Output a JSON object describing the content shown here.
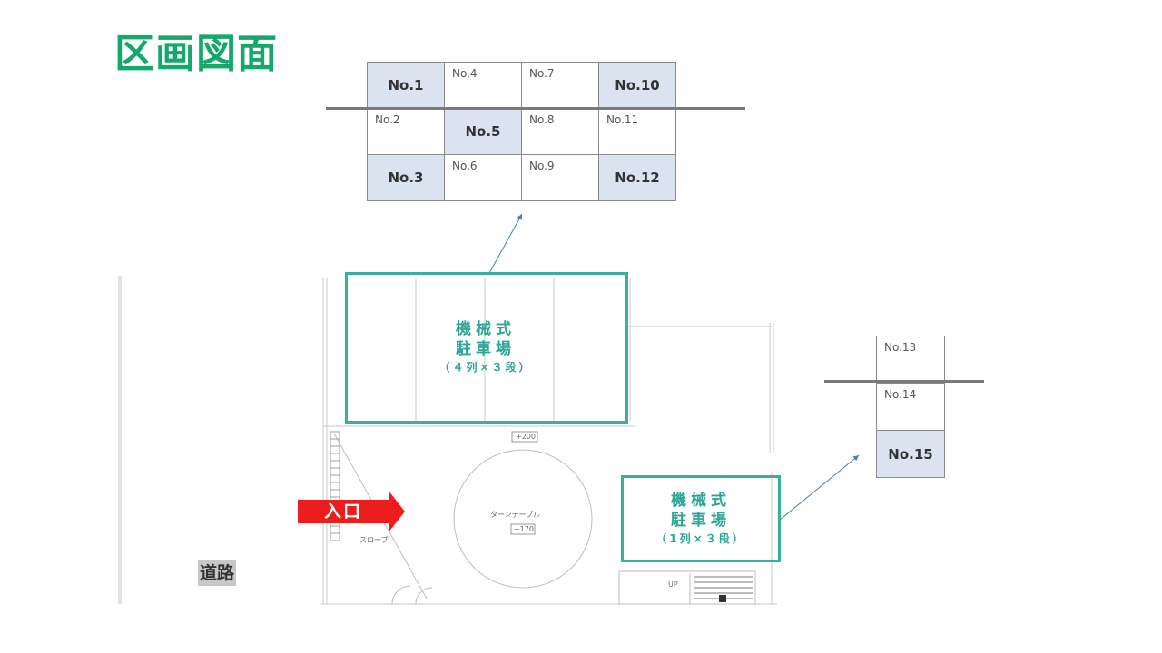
{
  "title": "区画図面",
  "grid_top": {
    "rows": [
      [
        {
          "label": "No.1",
          "highlight": true
        },
        {
          "label": "No.4",
          "highlight": false
        },
        {
          "label": "No.7",
          "highlight": false
        },
        {
          "label": "No.10",
          "highlight": true
        }
      ],
      [
        {
          "label": "No.2",
          "highlight": false
        },
        {
          "label": "No.5",
          "highlight": true
        },
        {
          "label": "No.8",
          "highlight": false
        },
        {
          "label": "No.11",
          "highlight": false
        }
      ],
      [
        {
          "label": "No.3",
          "highlight": true
        },
        {
          "label": "No.6",
          "highlight": false
        },
        {
          "label": "No.9",
          "highlight": false
        },
        {
          "label": "No.12",
          "highlight": true
        }
      ]
    ]
  },
  "grid_right": {
    "rows": [
      {
        "label": "No.13",
        "highlight": false
      },
      {
        "label": "No.14",
        "highlight": false
      },
      {
        "label": "No.15",
        "highlight": true
      }
    ]
  },
  "mech_large": {
    "line1": "機械式",
    "line2": "駐車場",
    "line3": "（４列×３段）"
  },
  "mech_small": {
    "line1": "機械式",
    "line2": "駐車場",
    "line3": "（1列×３段）"
  },
  "entrance_label": "入口",
  "road_label": "道路",
  "plan_labels": {
    "turntable": "ターンテーブル",
    "slope": "スロープ",
    "level_top": "+200",
    "level_mid": "+170",
    "up": "UP"
  },
  "colors": {
    "title": "#14a86b",
    "highlight": "#dbe3f1",
    "mech_border": "#3aafa0",
    "entrance": "#ee1c1c",
    "arrow": "#4a78c2"
  }
}
